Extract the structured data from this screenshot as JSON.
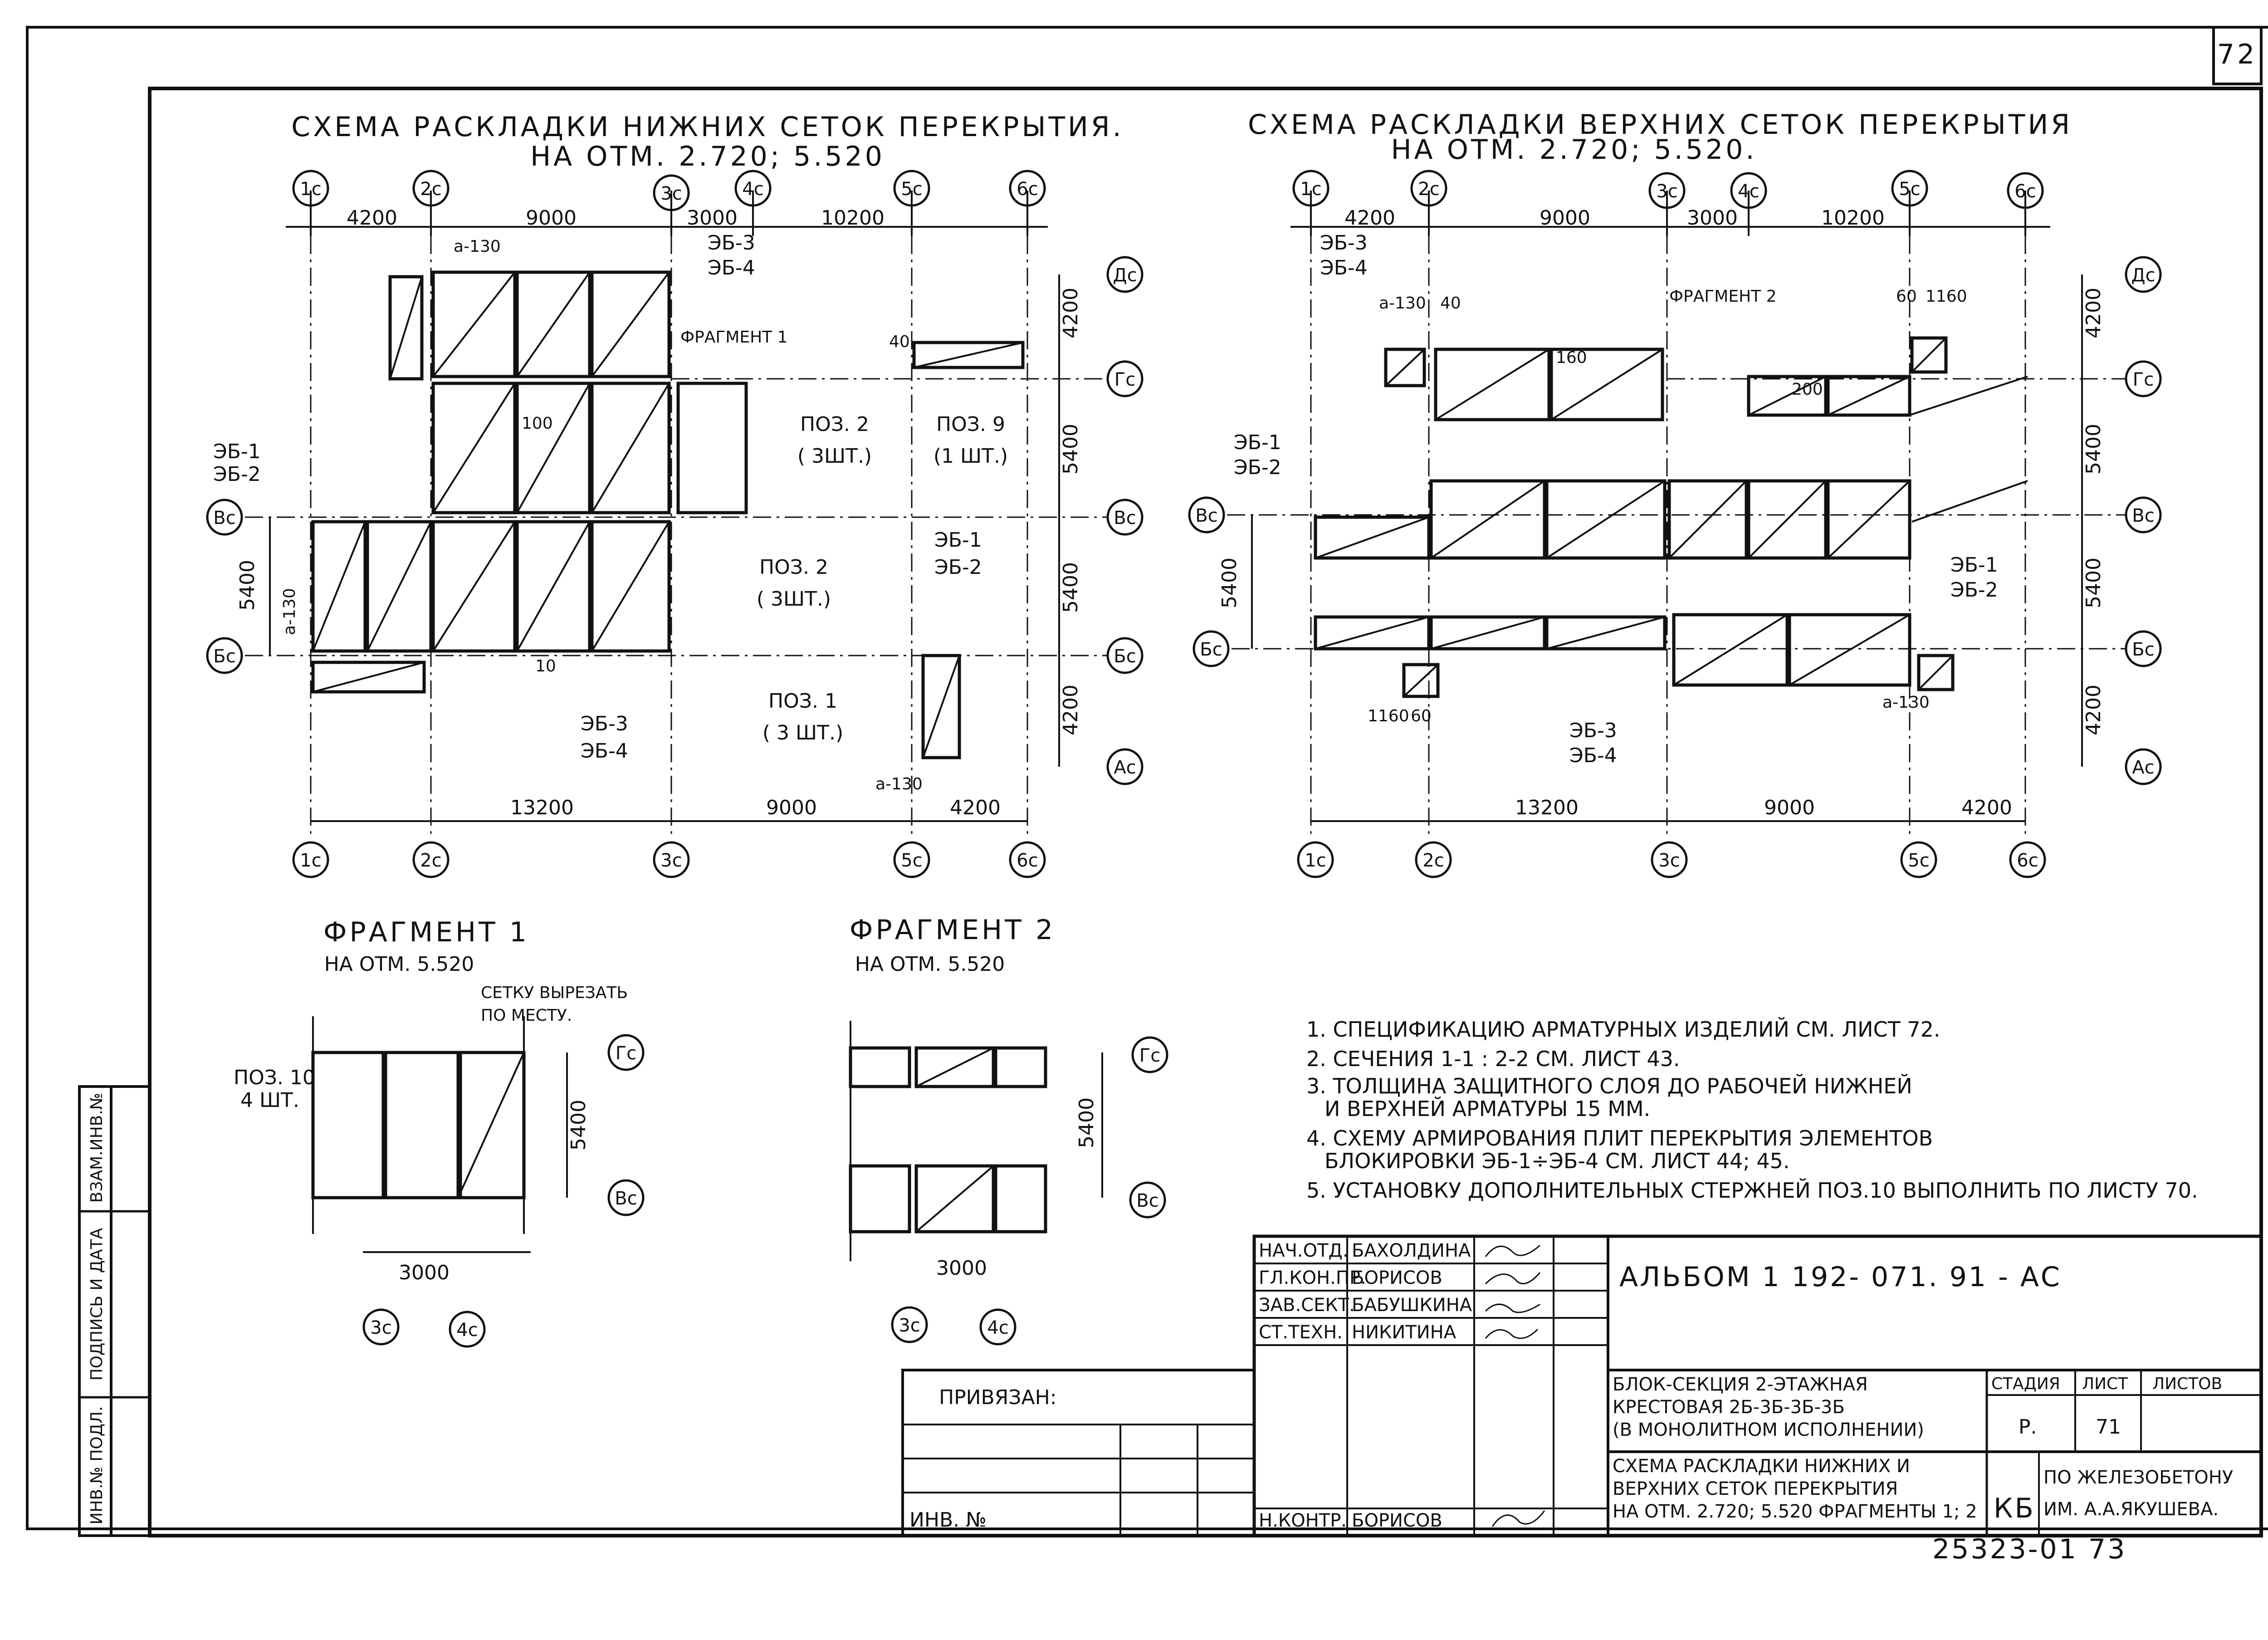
{
  "sheet_number_corner": "72",
  "plan_lower": {
    "title_line1": "СХЕМА РАСКЛАДКИ НИЖНИХ СЕТОК ПЕРЕКРЫТИЯ.",
    "title_line2": "НА ОТМ. 2.720; 5.520",
    "axes_vertical": [
      "1с",
      "2с",
      "3с",
      "4с",
      "5с",
      "6с"
    ],
    "axes_horizontal": [
      "Дс",
      "Гс",
      "Вс",
      "Бс",
      "Ас"
    ],
    "dims_top": [
      "4200",
      "9000",
      "3000",
      "10200"
    ],
    "dims_bottom": [
      "13200",
      "9000",
      "4200"
    ],
    "dims_right": [
      "4200",
      "5400",
      "5400",
      "4200"
    ],
    "dim_left": "5400",
    "callouts": [
      "ЭБ-3",
      "ЭБ-4",
      "ЭБ-1",
      "ЭБ-2",
      "ЭБ-1",
      "ЭБ-2",
      "ЭБ-3",
      "ЭБ-4"
    ],
    "fragment_label": "ФРАГМЕНТ 1",
    "positions": [
      {
        "pos": "ПОЗ. 2",
        "qty": "( 3ШТ.)"
      },
      {
        "pos": "ПОЗ. 9",
        "qty": "(1 ШТ.)"
      },
      {
        "pos": "ПОЗ. 2",
        "qty": "( 3ШТ.)"
      },
      {
        "pos": "ПОЗ. 1",
        "qty": "( 3 ШТ.)"
      }
    ],
    "small_dims": [
      "а-130",
      "40",
      "100",
      "10",
      "а-130",
      "а-130"
    ]
  },
  "plan_upper": {
    "title_line1": "СХЕМА РАСКЛАДКИ ВЕРХНИХ СЕТОК ПЕРЕКРЫТИЯ",
    "title_line2": "НА ОТМ. 2.720; 5.520.",
    "fragment_label": "ФРАГМЕНТ 2",
    "dims_top": [
      "4200",
      "9000",
      "3000",
      "10200"
    ],
    "dims_bottom": [
      "13200",
      "9000",
      "4200"
    ],
    "dims_right": [
      "4200",
      "5400",
      "5400",
      "4200"
    ],
    "dim_left": "5400",
    "callouts": [
      "ЭБ-3",
      "ЭБ-4",
      "ЭБ-1",
      "ЭБ-2",
      "ЭБ-1",
      "ЭБ-2",
      "ЭБ-3",
      "ЭБ-4"
    ],
    "small_dims": [
      "а-130",
      "40",
      "1160",
      "60",
      "160",
      "200",
      "а-130",
      "1160",
      "60"
    ]
  },
  "fragment1": {
    "title": "ФРАГМЕНТ 1",
    "subtitle": "НА ОТМ. 5.520",
    "note_line1": "СЕТКУ ВЫРЕЗАТЬ",
    "note_line2": "ПО МЕСТУ.",
    "pos_label": "ПОЗ. 10",
    "pos_qty": "4 ШТ.",
    "dim_vert": "5400",
    "dim_horiz": "3000",
    "axes": [
      "Гс",
      "Вс",
      "3с",
      "4с"
    ]
  },
  "fragment2": {
    "title": "ФРАГМЕНТ 2",
    "subtitle": "НА ОТМ. 5.520",
    "dim_vert": "5400",
    "dim_horiz": "3000",
    "axes": [
      "Гс",
      "Вс",
      "3с",
      "4с"
    ]
  },
  "notes": [
    "1. СПЕЦИФИКАЦИЮ АРМАТУРНЫХ ИЗДЕЛИЙ СМ. ЛИСТ 72.",
    "2. СЕЧЕНИЯ 1-1 : 2-2 СМ. ЛИСТ 43.",
    "3. ТОЛЩИНА ЗАЩИТНОГО СЛОЯ ДО РАБОЧЕЙ НИЖНЕЙ",
    "И ВЕРХНЕЙ АРМАТУРЫ 15 ММ.",
    "4. СХЕМУ АРМИРОВАНИЯ ПЛИТ ПЕРЕКРЫТИЯ ЭЛЕМЕНТОВ",
    "БЛОКИРОВКИ ЭБ-1÷ЭБ-4 СМ. ЛИСТ 44; 45.",
    "5. УСТАНОВКУ ДОПОЛНИТЕЛЬНЫХ СТЕРЖНЕЙ ПОЗ.10 ВЫПОЛНИТЬ ПО ЛИСТУ 70."
  ],
  "side_stamp": [
    "ВЗАМ.ИНВ.№",
    "ПОДПИСЬ И ДАТА",
    "ИНВ.№ ПОДЛ."
  ],
  "binding": {
    "label": "ПРИВЯЗАН:",
    "inv": "ИНВ. №"
  },
  "title_block": {
    "roles": [
      "НАЧ.ОТД.",
      "ГЛ.КОН.ПР.",
      "ЗАВ.СЕКТ.",
      "СТ.ТЕХН.",
      "Н.КОНТР."
    ],
    "names": [
      "БАХОЛДИНА",
      "БОРИСОВ",
      "БАБУШКИНА",
      "НИКИТИНА",
      "БОРИСОВ"
    ],
    "album": "АЛЬБОМ 1   192- 071. 91 - АС",
    "object_line1": "БЛОК-СЕКЦИЯ 2-ЭТАЖНАЯ",
    "object_line2": "КРЕСТОВАЯ 2Б-3Б-3Б-3Б",
    "object_line3": "(В МОНОЛИТНОМ ИСПОЛНЕНИИ)",
    "sheet_line1": "СХЕМА РАСКЛАДКИ НИЖНИХ И",
    "sheet_line2": "ВЕРХНИХ СЕТОК ПЕРЕКРЫТИЯ",
    "sheet_line3": "НА ОТМ. 2.720; 5.520 ФРАГМЕНТЫ 1; 2",
    "stage_hdr": "СТАДИЯ",
    "sheet_hdr": "ЛИСТ",
    "sheets_hdr": "ЛИСТОВ",
    "stage": "Р.",
    "sheet": "71",
    "org_mark": "КБ",
    "org_line1": "ПО ЖЕЛЕЗОБЕТОНУ",
    "org_line2": "ИМ. А.А.ЯКУШЕВА.",
    "doc_number": "25323-01   73"
  }
}
